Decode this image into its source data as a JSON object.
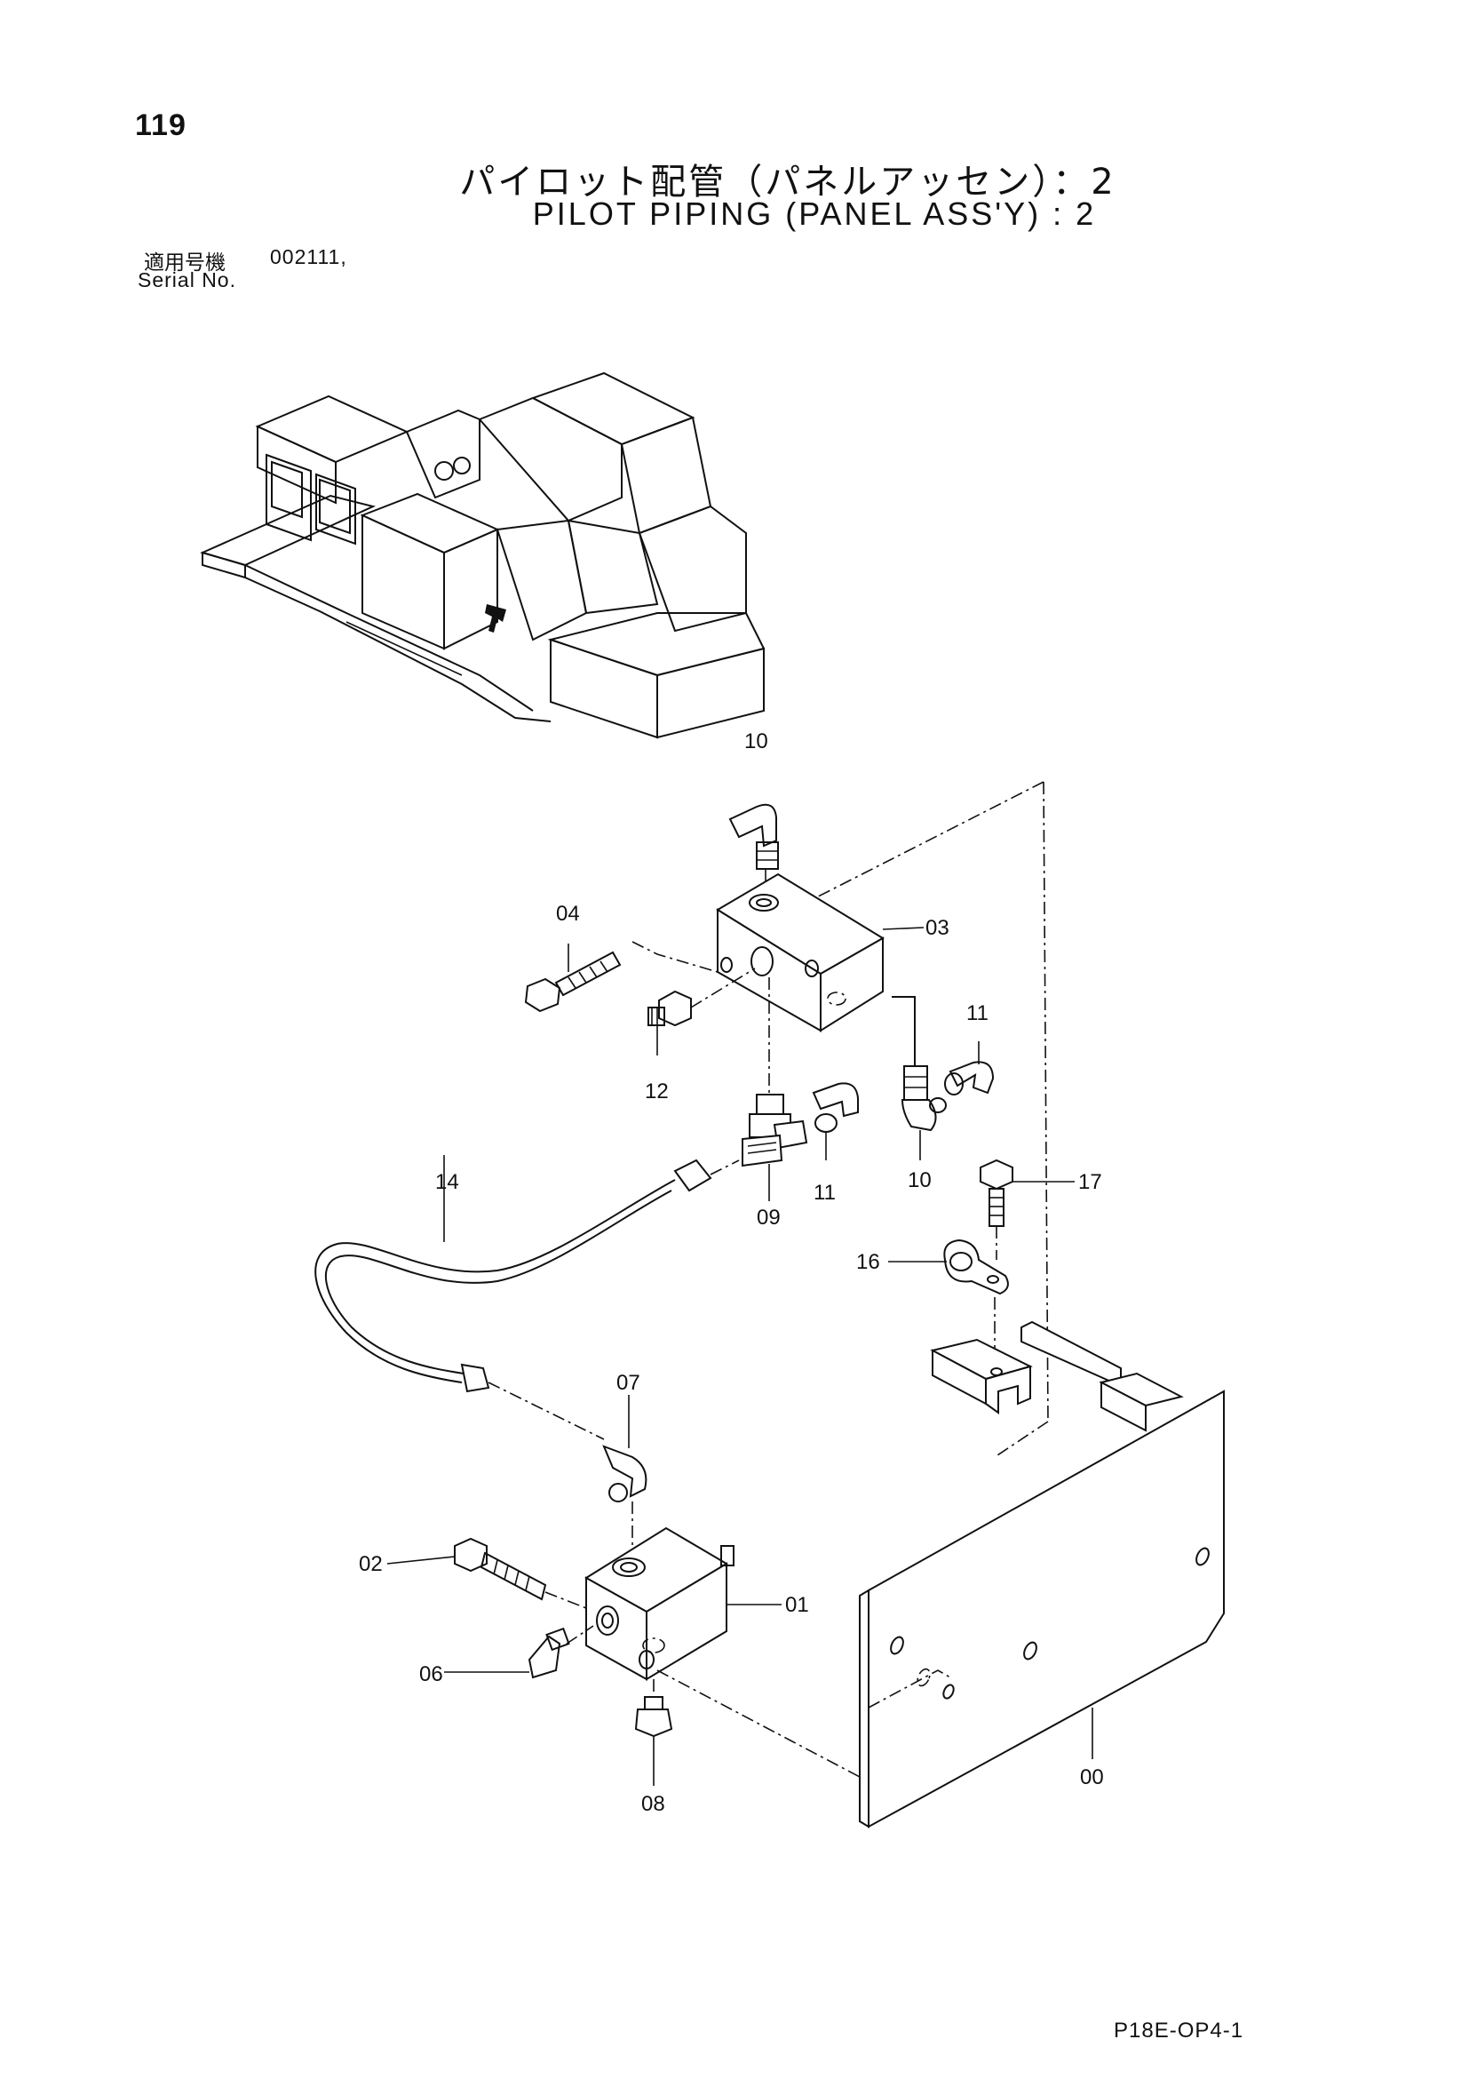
{
  "page_number": "119",
  "title_jp": "パイロット配管（パネルアッセン）：2",
  "title_en": "PILOT PIPING (PANEL ASS'Y) : 2",
  "serial": {
    "label_jp": "適用号機",
    "value": "002111,",
    "label_en": "Serial No."
  },
  "callouts": {
    "c00": "00",
    "c01": "01",
    "c02": "02",
    "c03": "03",
    "c04": "04",
    "c06": "06",
    "c07": "07",
    "c08": "08",
    "c09": "09",
    "c10a": "10",
    "c10b": "10",
    "c11a": "11",
    "c11b": "11",
    "c12": "12",
    "c14": "14",
    "c16": "16",
    "c17": "17"
  },
  "drawing_code": "P18E-OP4-1"
}
